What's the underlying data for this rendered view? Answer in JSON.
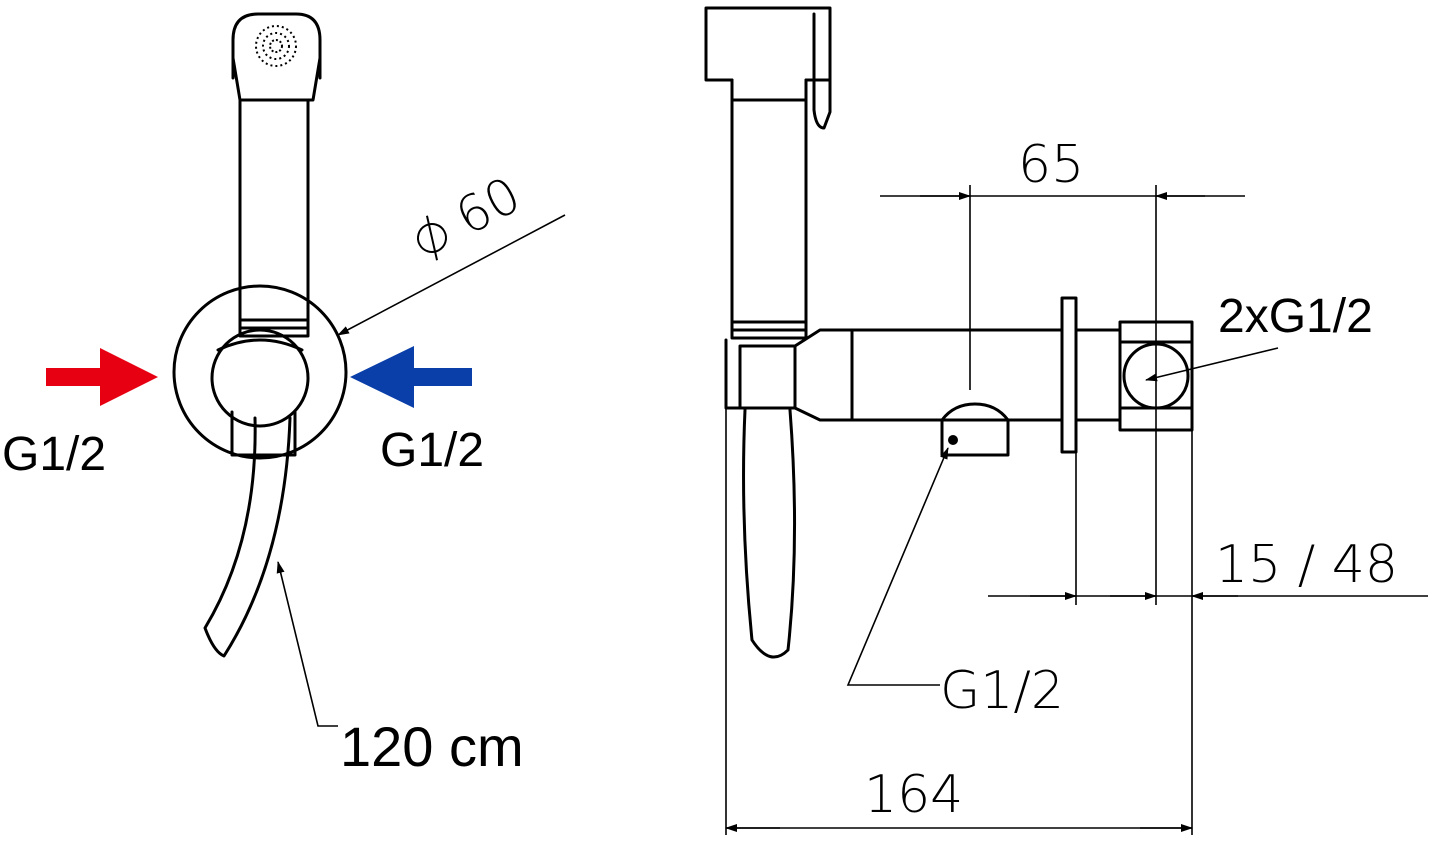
{
  "labels": {
    "left_inlet": "G1/2",
    "right_inlet": "G1/2",
    "diameter": "60",
    "hose_length": "120 cm",
    "dim_top": "65",
    "inlet_thread": "2xG1/2",
    "dim_adjust": "15 / 48",
    "outlet_thread": "G1/2",
    "dim_total": "164"
  },
  "icons": {
    "hot_arrow": "arrow-right",
    "cold_arrow": "arrow-left",
    "diameter_symbol": "diameter-symbol"
  },
  "colors": {
    "hot": "#e60012",
    "cold": "#0a3ea8",
    "line": "#000000"
  }
}
